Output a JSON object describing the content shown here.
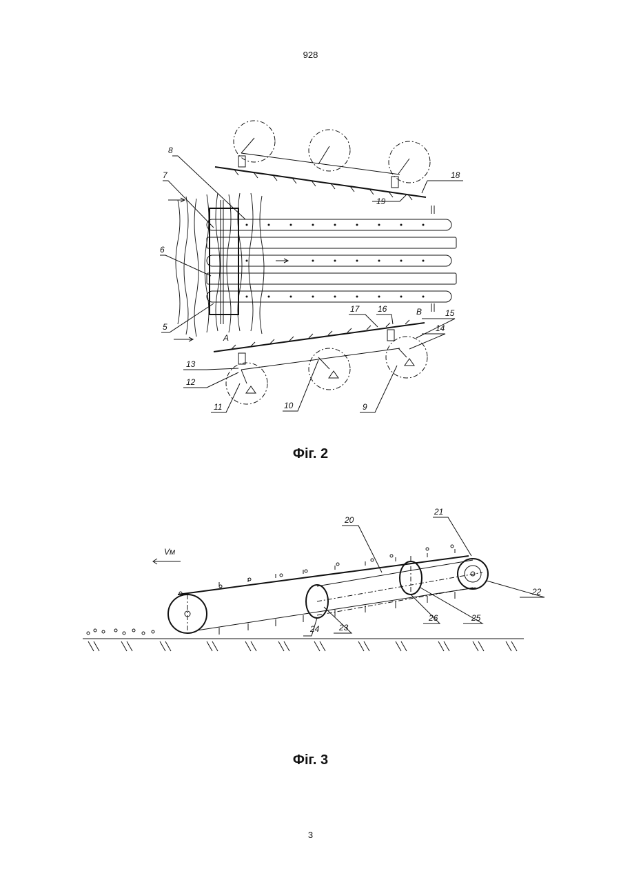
{
  "header": {
    "page_number": "928"
  },
  "footer": {
    "page_number": "3"
  },
  "figure2": {
    "caption": "Фіг. 2",
    "labels": [
      "8",
      "7",
      "6",
      "5",
      "A",
      "B",
      "18",
      "19",
      "17",
      "16",
      "15",
      "14",
      "13",
      "12",
      "11",
      "10",
      "9"
    ]
  },
  "figure3": {
    "caption": "Фіг. 3",
    "velocity_label": "Vм",
    "labels": [
      "20",
      "21",
      "22",
      "23",
      "24",
      "25",
      "26"
    ]
  }
}
